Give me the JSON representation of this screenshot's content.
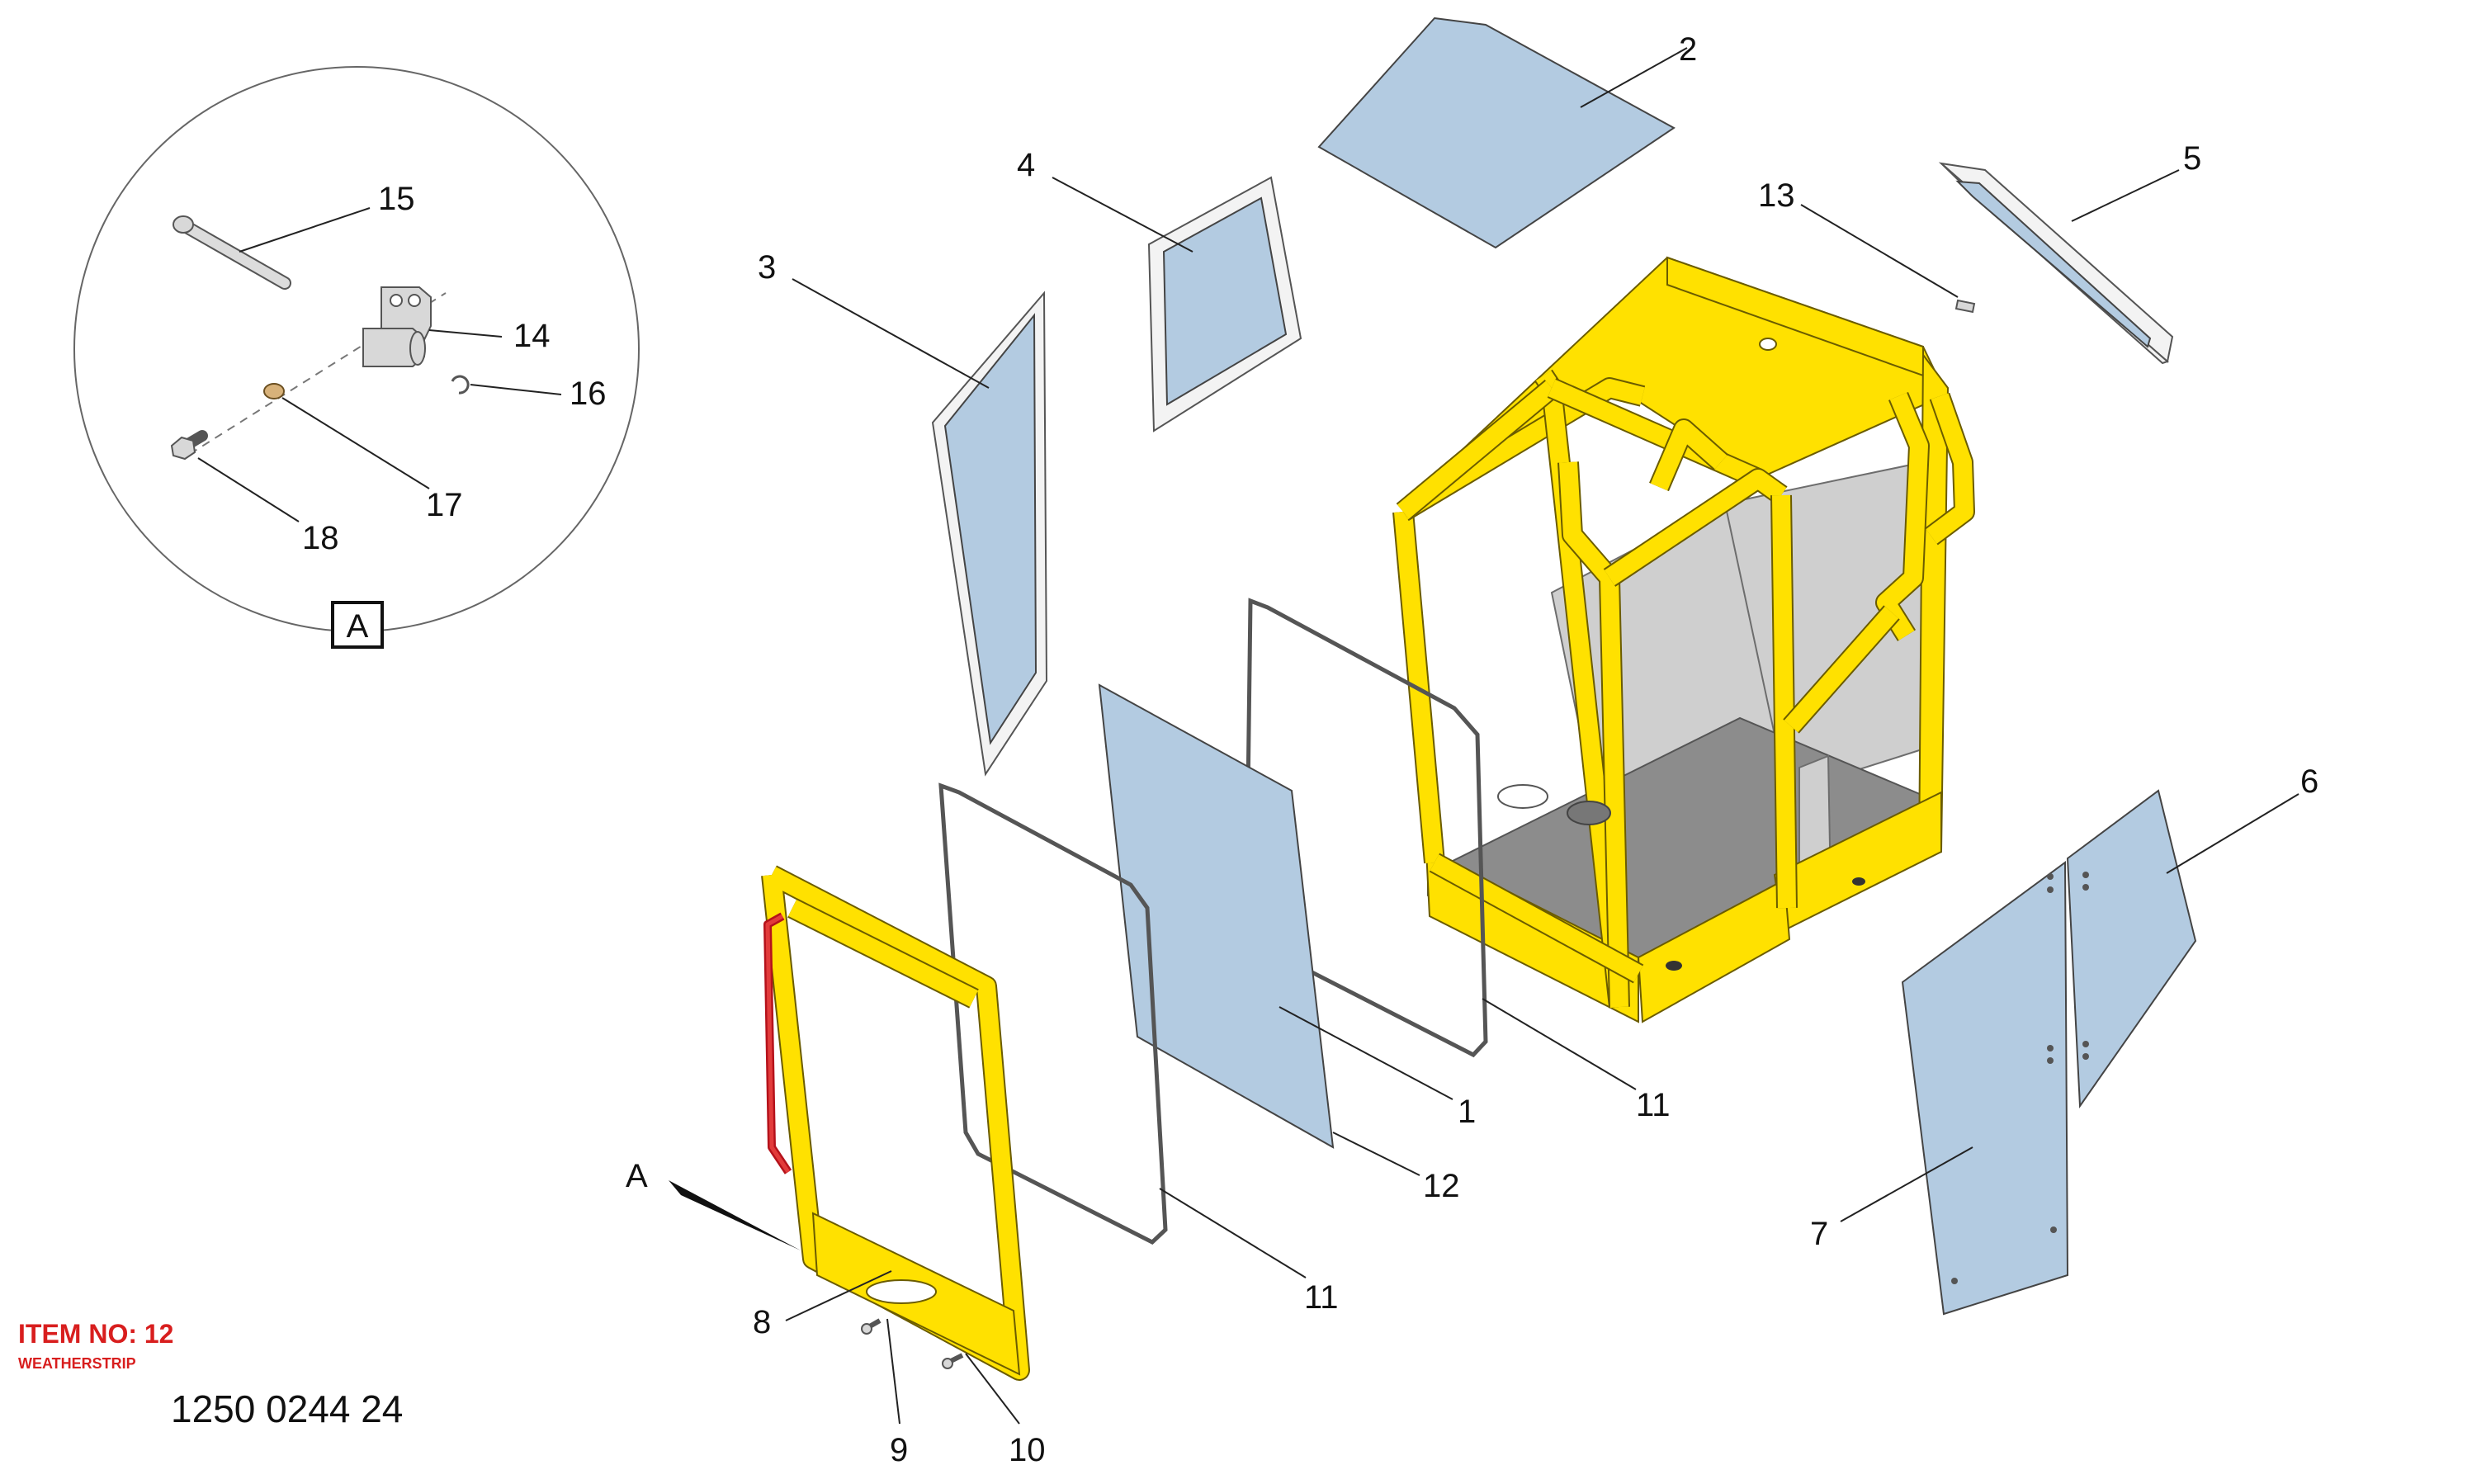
{
  "item_header": {
    "label": "ITEM NO: 12",
    "description": "WEATHERSTRIP"
  },
  "part_number": "1250 0244 24",
  "detail": {
    "label": "A",
    "pointer_label": "A"
  },
  "callouts": {
    "c1": "1",
    "c2": "2",
    "c3": "3",
    "c4": "4",
    "c5": "5",
    "c6": "6",
    "c7": "7",
    "c8": "8",
    "c9": "9",
    "c10": "10",
    "c11a": "11",
    "c11b": "11",
    "c12": "12",
    "c13": "13",
    "c14": "14",
    "c15": "15",
    "c16": "16",
    "c17": "17",
    "c18": "18"
  },
  "colors": {
    "frame": "#ffe100",
    "glass": "#b3cbe1",
    "highlight": "#d81e1e",
    "interior": "#cfcfcf"
  }
}
